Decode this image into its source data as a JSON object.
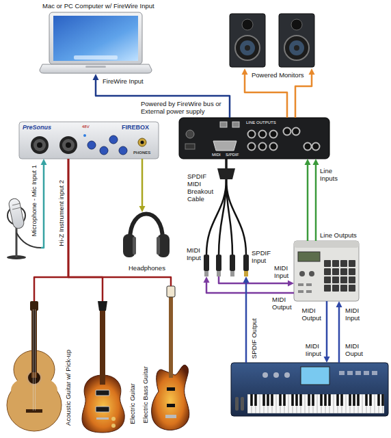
{
  "diagram": {
    "nodes": [
      {
        "text": [
          "Mac or PC Computer w/ FireWire Input"
        ]
      },
      {
        "text": [
          "Powered Monitors"
        ]
      },
      {
        "text": [
          "PreSonus",
          "48V",
          "FIREBOX",
          "PHONES"
        ]
      },
      {
        "text": [
          "MIDI",
          "S/PDIF",
          "LINE OUTPUTS"
        ]
      },
      {
        "text": [
          "Microphone - Mic Input 1"
        ]
      },
      {
        "text": [
          "Headphones"
        ]
      },
      {
        "text": [
          "SPDIF MIDI Breakout Cable"
        ]
      },
      {
        "text": [
          "Line Outputs"
        ]
      },
      {
        "text": [
          "SPDIF Output"
        ]
      },
      {
        "text": [
          "Acoustic Guitar w/ Pick-up"
        ]
      },
      {
        "text": [
          "Electric Guitar"
        ]
      },
      {
        "text": [
          "Electric Bass Guitar"
        ]
      }
    ],
    "edges": [
      {
        "from": 3,
        "to": 0,
        "arrow": "to",
        "label": "FireWire Input"
      },
      {
        "from": 3,
        "to": 1,
        "arrow": "to"
      },
      {
        "from": 3,
        "to": 1,
        "arrow": "to"
      },
      {
        "from": 2,
        "to": 5,
        "arrow": "to"
      },
      {
        "from": 4,
        "to": 2,
        "arrow": "to"
      },
      {
        "from": 9,
        "to": 2,
        "arrow": "none"
      },
      {
        "from": 10,
        "to": 2,
        "arrow": "none"
      },
      {
        "from": 11,
        "to": 2,
        "arrow": "none"
      },
      {
        "from": 3,
        "to": 6,
        "arrow": "none"
      },
      {
        "from": 7,
        "to": 6,
        "arrow": "to",
        "label": "MIDI Output"
      },
      {
        "from": 6,
        "to": 7,
        "arrow": "to",
        "label": "MIDI Input"
      },
      {
        "from": 8,
        "to": 6,
        "arrow": "to",
        "label": "SPDIF Input"
      },
      {
        "from": 7,
        "to": 3,
        "arrow": "to",
        "label": "Line Inputs"
      },
      {
        "from": 7,
        "to": 3,
        "arrow": "to"
      },
      {
        "from": 7,
        "to": 8,
        "arrow": "to",
        "label": "MIDI Output"
      },
      {
        "from": 8,
        "to": 7,
        "arrow": "to",
        "label": "MIDI Input"
      }
    ],
    "labels": [
      "Powered by FireWire bus or External power supply",
      "Hi-Z Instrument input 2",
      "MIDI Input",
      "MIDI Iinput",
      "MIDI Ouput"
    ]
  }
}
